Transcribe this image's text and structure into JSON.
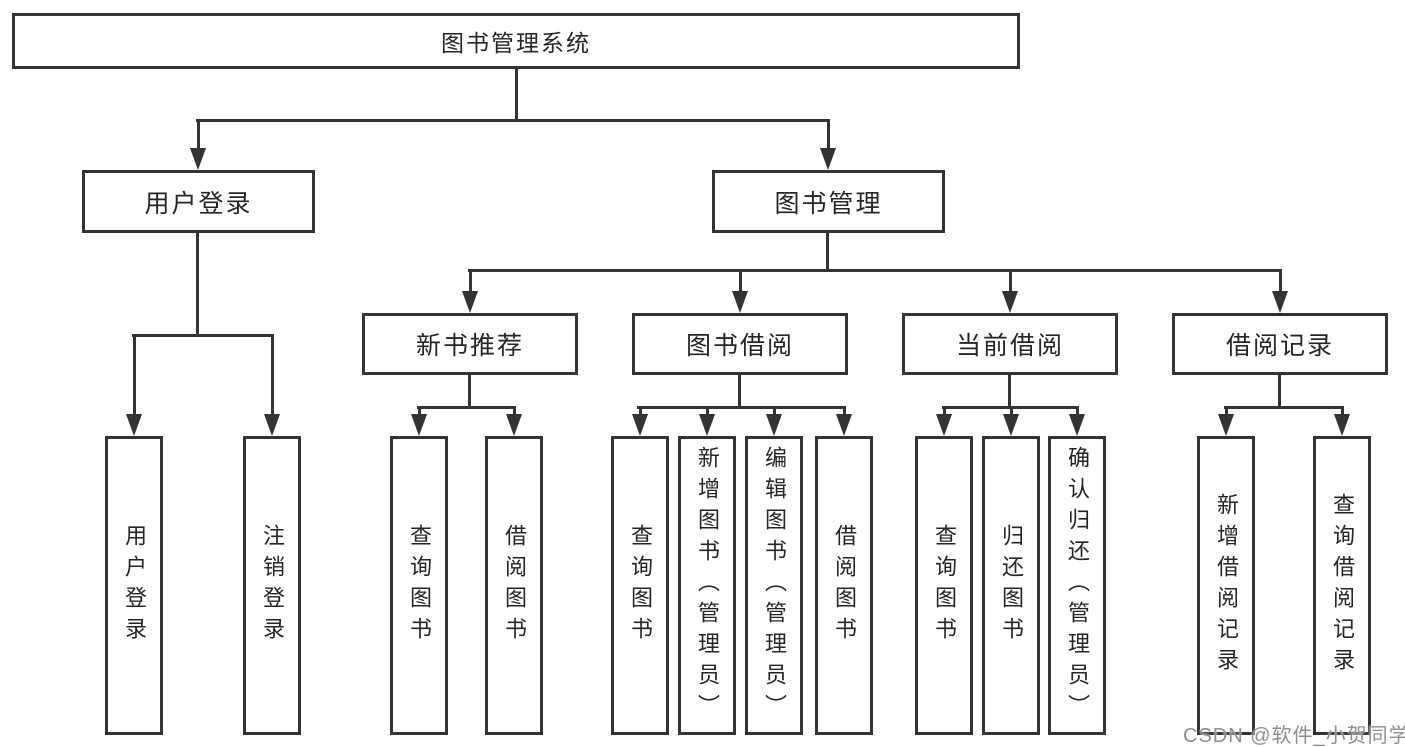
{
  "diagram": {
    "root": {
      "label": "图书管理系统"
    },
    "user_login": {
      "label": "用户登录",
      "children": [
        {
          "label": "用户登录"
        },
        {
          "label": "注销登录"
        }
      ]
    },
    "book_mgmt": {
      "label": "图书管理",
      "sections": [
        {
          "label": "新书推荐",
          "children": [
            {
              "label": "查询图书"
            },
            {
              "label": "借阅图书"
            }
          ]
        },
        {
          "label": "图书借阅",
          "children": [
            {
              "label": "查询图书"
            },
            {
              "label": "新增图书（管理员）"
            },
            {
              "label": "编辑图书（管理员）"
            },
            {
              "label": "借阅图书"
            }
          ]
        },
        {
          "label": "当前借阅",
          "children": [
            {
              "label": "查询图书"
            },
            {
              "label": "归还图书"
            },
            {
              "label": "确认归还（管理员）"
            }
          ]
        },
        {
          "label": "借阅记录",
          "children": [
            {
              "label": "新增借阅记录"
            },
            {
              "label": "查询借阅记录"
            }
          ]
        }
      ]
    }
  },
  "watermark": "CSDN @软件_小贺同学",
  "colors": {
    "line": "#333333",
    "text": "#262626",
    "watermark": "#8f8f8f",
    "background": "#ffffff"
  }
}
